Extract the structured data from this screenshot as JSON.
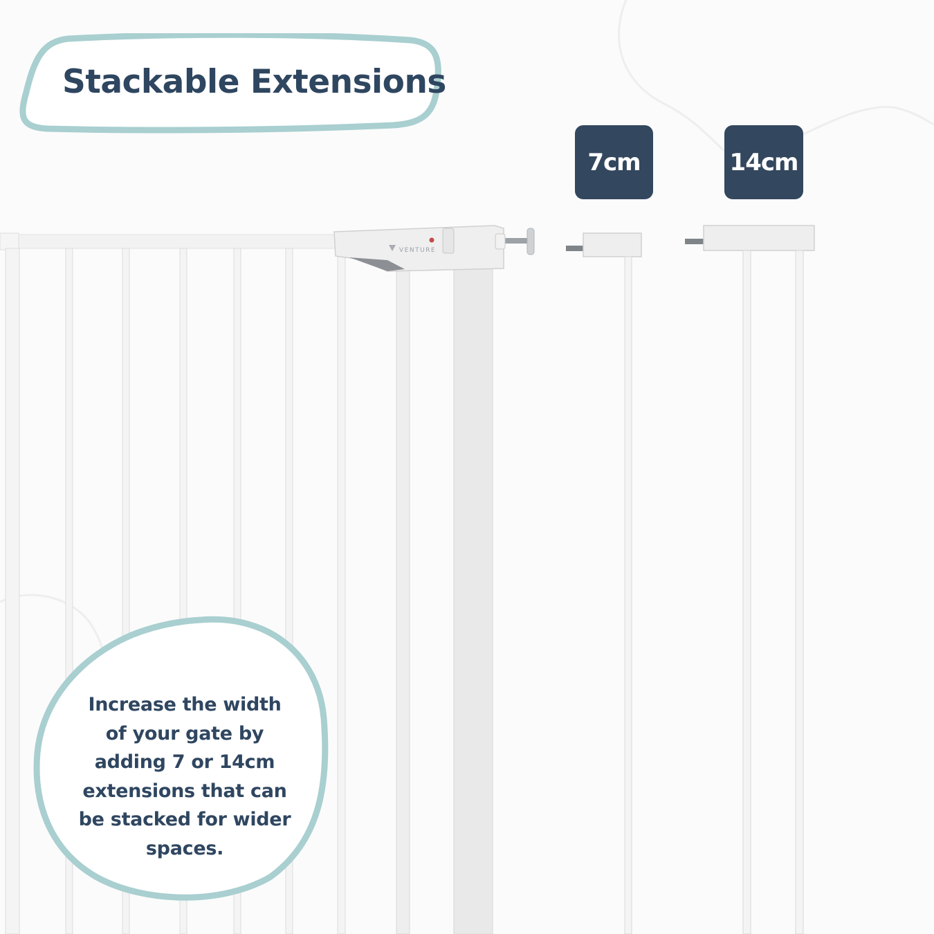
{
  "title": "Stackable Extensions",
  "extensions": [
    {
      "label": "7cm"
    },
    {
      "label": "14cm"
    }
  ],
  "description": "Increase the width of your gate by adding 7 or 14cm extensions that can be stacked for wider spaces.",
  "brand_logo": "VENTURE",
  "colors": {
    "accent_teal": "#a9cfd0",
    "navy": "#33475e",
    "text_navy": "#2f4660",
    "background": "#fbfbfb"
  }
}
